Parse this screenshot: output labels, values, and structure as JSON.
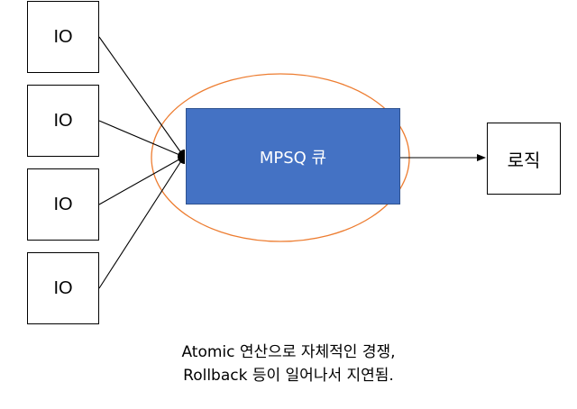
{
  "io_nodes": [
    {
      "label": "IO"
    },
    {
      "label": "IO"
    },
    {
      "label": "IO"
    },
    {
      "label": "IO"
    }
  ],
  "queue": {
    "label": "MPSQ 큐",
    "fill_color": "#4472c4",
    "ellipse_color": "#ed7d31"
  },
  "logic": {
    "label": "로직"
  },
  "caption": {
    "line1": "Atomic 연산으로 자체적인 경쟁,",
    "line2": "Rollback 등이 일어나서 지연됨."
  }
}
